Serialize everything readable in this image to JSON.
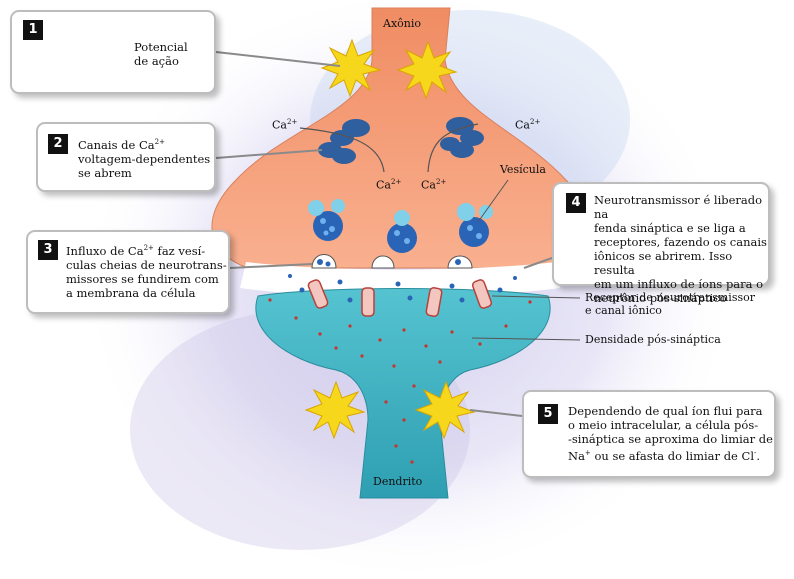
{
  "labels": {
    "axon": "Axônio",
    "dendrite": "Dendrito",
    "ca": "Ca",
    "ca_sup": "2+",
    "vesicle": "Vesícula",
    "receptor_line1": "Receptor de neurotransmissor",
    "receptor_line2": "e canal iônico",
    "postsynaptic_density": "Densidade pós-sináptica"
  },
  "callouts": [
    {
      "number": "1",
      "lines": [
        "Potencial",
        "de ação"
      ]
    },
    {
      "number": "2",
      "line1_prefix": "Canais de Ca",
      "line1_sup": "2+",
      "lines_rest": [
        "voltagem-dependentes",
        "se abrem"
      ]
    },
    {
      "number": "3",
      "line1_prefix": "Influxo de Ca",
      "line1_sup": "2+",
      "line1_suffix": " faz vesí-",
      "lines_rest": [
        "culas cheias de neurotrans-",
        "missores se fundirem com",
        "a membrana da célula"
      ]
    },
    {
      "number": "4",
      "lines": [
        "Neurotransmissor é liberado na",
        "fenda sináptica e se liga a",
        "receptores, fazendo os canais",
        "iônicos se abrirem. Isso resulta",
        "em um influxo de íons para o",
        "neurônio pós-sináptico"
      ]
    },
    {
      "number": "5",
      "lines": [
        "Dependendo de qual íon flui para",
        "o meio intracelular, a célula pós-",
        "-sináptica se aproxima do limiar de"
      ],
      "last_prefix": "Na",
      "last_sup1": "+",
      "last_mid": " ou se afasta do limiar de Cl",
      "last_sup2": "-",
      "last_suffix": "."
    }
  ],
  "colors": {
    "axon_terminal": "#f6a47f",
    "dendrite": "#3fb7c6",
    "cleft": "#ffffff",
    "spark": "#f7d71c",
    "channel": "#2f5f9e",
    "vesicle": "#2a64b6",
    "receptor": "#f3c6c0",
    "action_potential": "#e02020"
  }
}
